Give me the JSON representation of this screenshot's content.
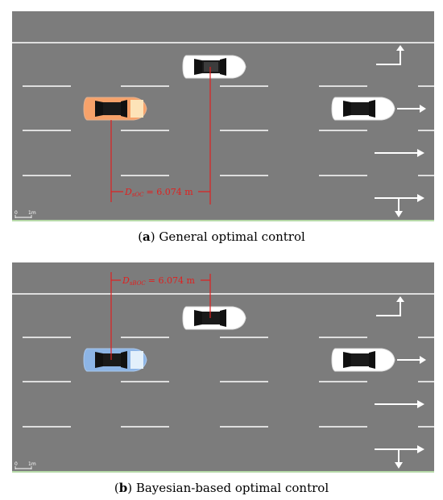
{
  "colors": {
    "road": "#7c7c7c",
    "lane_marking": "#ffffff",
    "measure_line": "#e0201f",
    "car_white": "#ffffff",
    "car_orange": "#f7a26a",
    "car_blue": "#8db5e6",
    "grass_edge": "#b6d9a8"
  },
  "panels": [
    {
      "caption_letter": "a",
      "caption_text": ") General optimal control",
      "measure": {
        "symbol": "D",
        "subscript": "sOC",
        "value_text": "= 6.074 m"
      },
      "subject_car_color": "orange",
      "scale_bar": {
        "zero": "0",
        "unit": "1m"
      }
    },
    {
      "caption_letter": "b",
      "caption_text": ") Bayesian-based optimal control",
      "measure": {
        "symbol": "D",
        "subscript": "sBOC",
        "value_text": "= 6.074 m"
      },
      "subject_car_color": "blue",
      "scale_bar": {
        "zero": "0",
        "unit": "1m"
      }
    }
  ],
  "icons": [
    "straight-right-arrow-icon",
    "right-arrow-icon",
    "straight-arrow-icon",
    "straight-down-arrow-icon"
  ]
}
